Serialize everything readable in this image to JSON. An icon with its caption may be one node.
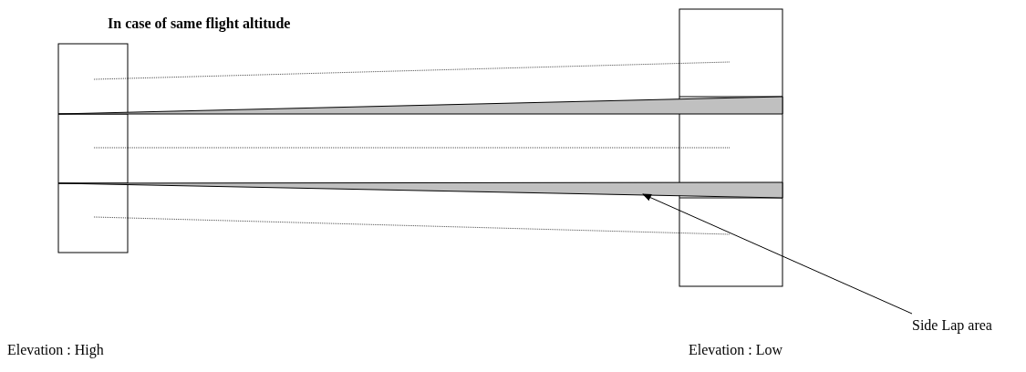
{
  "diagram": {
    "title": "In case of same flight altitude",
    "nodes": [
      {
        "text": [
          "Side Lap area"
        ]
      },
      {
        "text": [],
        "shape": "bar"
      }
    ],
    "edges": [
      {
        "from": 0,
        "to": 1,
        "arrow": "to"
      }
    ],
    "labels": [
      "Elevation : High",
      "Elevation : Low"
    ]
  }
}
